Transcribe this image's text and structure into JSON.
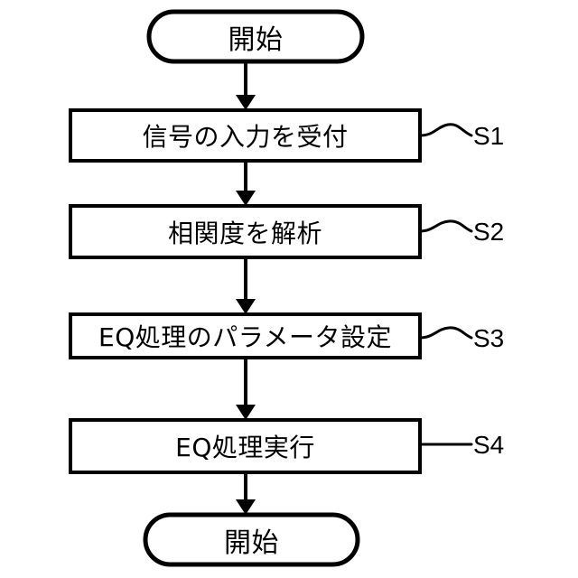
{
  "figure": {
    "type": "flowchart",
    "orientation": "vertical",
    "background_color": "#ffffff",
    "line_color": "#000000"
  },
  "nodes": [
    {
      "id": "start",
      "shape": "terminal",
      "label": "開始",
      "step_label": ""
    },
    {
      "id": "s1",
      "shape": "process",
      "label": "信号の入力を受付",
      "step_label": "S1"
    },
    {
      "id": "s2",
      "shape": "process",
      "label": "相関度を解析",
      "step_label": "S2"
    },
    {
      "id": "s3",
      "shape": "process",
      "label": "EQ処理のパラメータ設定",
      "step_label": "S3"
    },
    {
      "id": "s4",
      "shape": "process",
      "label": "EQ処理実行",
      "step_label": "S4"
    },
    {
      "id": "end",
      "shape": "terminal",
      "label": "開始",
      "step_label": ""
    }
  ],
  "connectors": [
    {
      "from": "start",
      "to": "s1",
      "style": "arrow-down"
    },
    {
      "from": "s1",
      "to": "s2",
      "style": "arrow-down"
    },
    {
      "from": "s2",
      "to": "s3",
      "style": "arrow-down"
    },
    {
      "from": "s3",
      "to": "s4",
      "style": "arrow-down"
    },
    {
      "from": "s4",
      "to": "end",
      "style": "arrow-down"
    }
  ]
}
